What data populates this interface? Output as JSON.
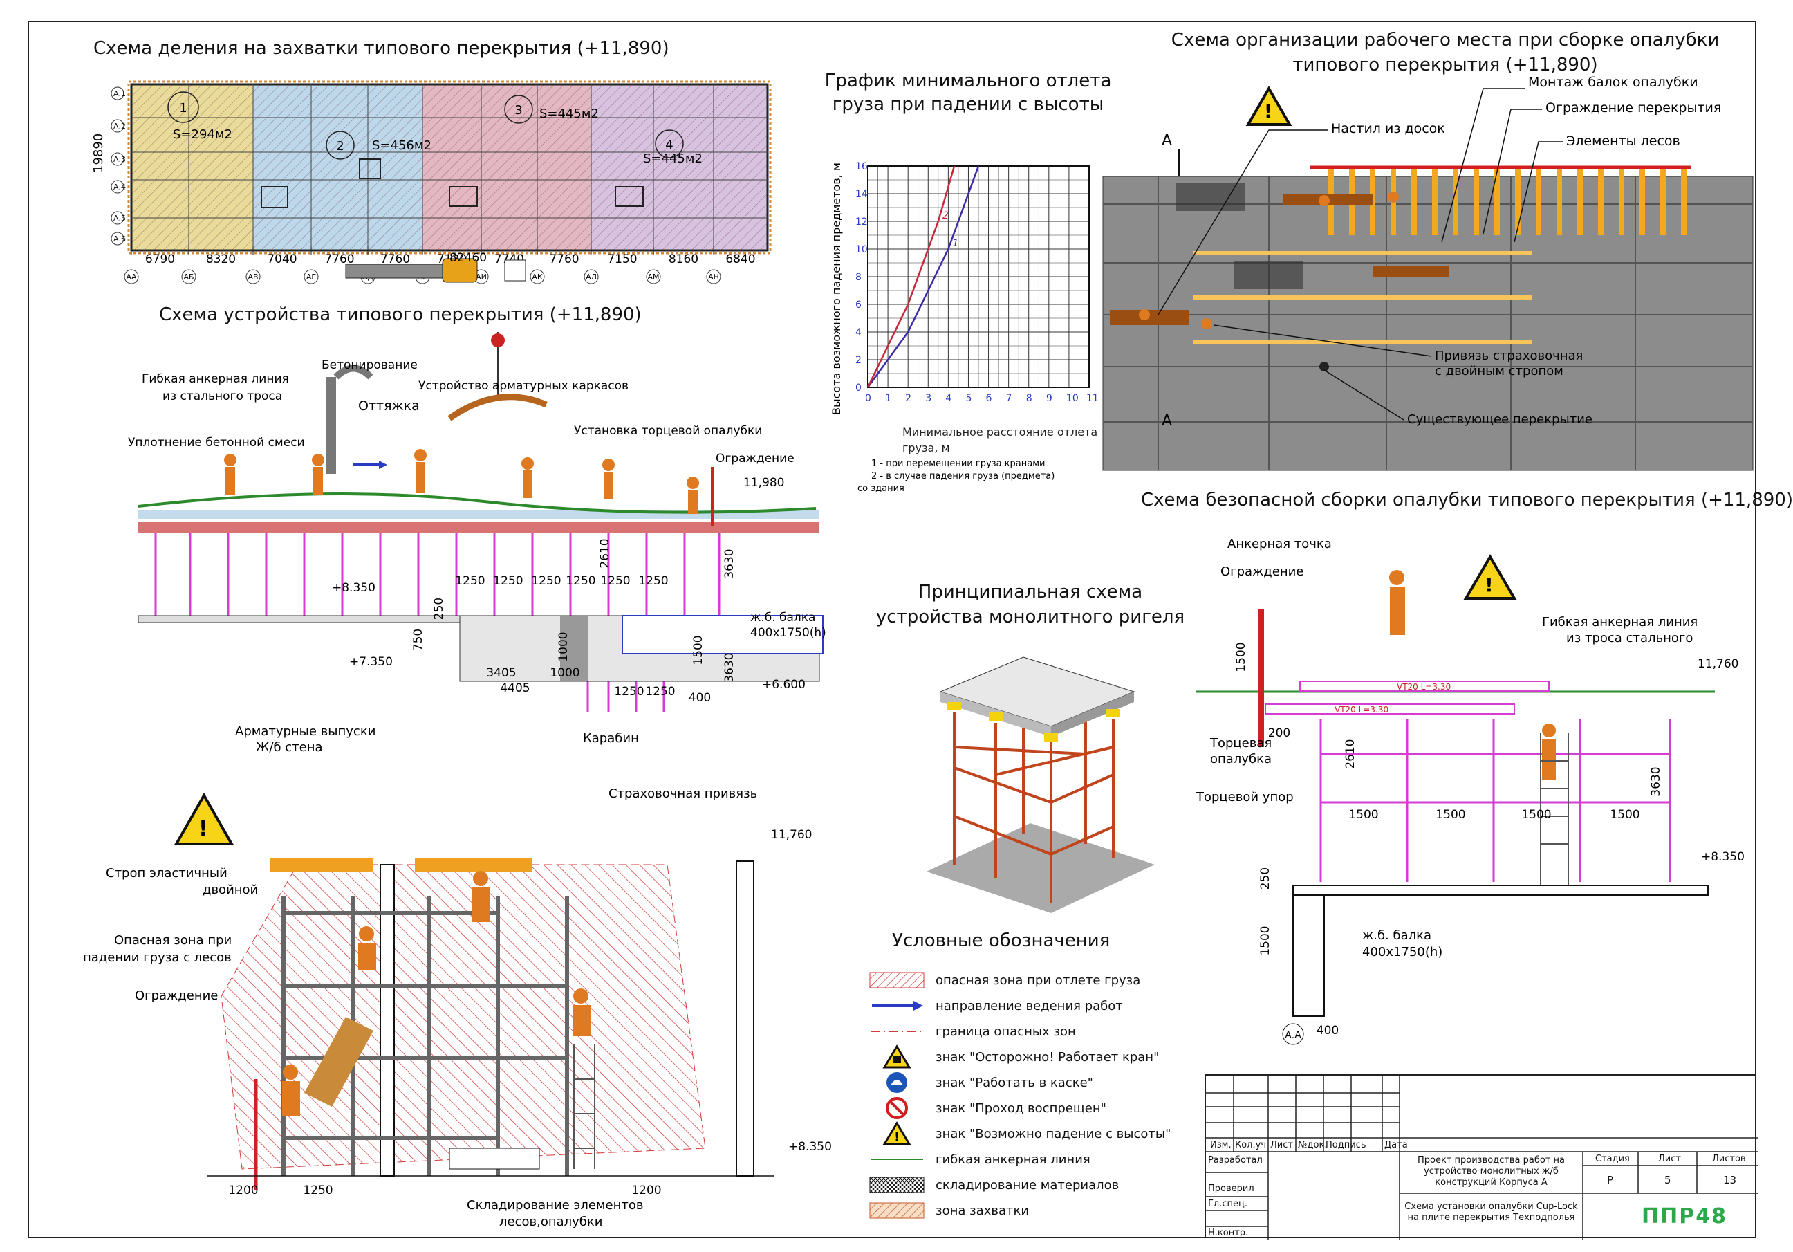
{
  "titles": {
    "plan": "Схема деления на захватки типового перекрытия (+11,890)",
    "floor": "Схема устройства типового перекрытия (+11,890)",
    "graph": "График минимального отлета груза при падении с высоты",
    "workplace": "Схема организации рабочего места при сборке опалубки типового перекрытия (+11,890)",
    "safe_assembly": "Схема безопасной сборки опалубки типового перекрытия (+11,890)",
    "beam": "Принципиальная схема устройства монолитного ригеля",
    "legend": "Условные обозначения"
  },
  "plan": {
    "zones": [
      {
        "num": "1",
        "area": "S=294м2",
        "color": "#e9dc9a"
      },
      {
        "num": "2",
        "area": "S=456м2",
        "color": "#bcd8ea"
      },
      {
        "num": "3",
        "area": "S=445м2",
        "color": "#e3b8c2"
      },
      {
        "num": "4",
        "area": "S=445м2",
        "color": "#d7c2e0"
      }
    ],
    "dims": [
      "6790",
      "8320",
      "7040",
      "7760",
      "7760",
      "7120",
      "7740",
      "7760",
      "7150",
      "8160",
      "6840"
    ],
    "axes_bottom": [
      "АА",
      "АБ",
      "АВ",
      "АГ",
      "АД",
      "АЕ",
      "АИ",
      "АК",
      "АЛ",
      "АМ",
      "АН"
    ],
    "axes_left": [
      "А.1",
      "А.2",
      "А.3",
      "А.4",
      "А.5",
      "А.6"
    ],
    "height_dim": "19890",
    "crane_dim": "82460"
  },
  "floor": {
    "labels": {
      "anchor_line": "Гибкая анкерная линия",
      "anchor_line2": "из стального троса",
      "concreting": "Бетонирование",
      "rebar": "Устройство арматурных каркасов",
      "guy": "Оттяжка",
      "compaction": "Уплотнение бетонной смеси",
      "end_formwork": "Установка торцевой опалубки",
      "fence": "Ограждение",
      "beam1": "ж.б. балка",
      "beam2": "400x1750(h)"
    },
    "marks": [
      "11,980",
      "+8.350",
      "+7.350",
      "+6.600"
    ],
    "dims": [
      "1250",
      "1250",
      "1250",
      "1250",
      "1250",
      "1250",
      "1250",
      "1250",
      "2610",
      "3630",
      "250",
      "750",
      "1000",
      "1500",
      "3630",
      "3405",
      "4405",
      "1000",
      "400"
    ]
  },
  "graph": {
    "ylabel": "Высота возможного падения предметов, м",
    "xlabel1": "Минимальное расстояние отлета",
    "xlabel2": "груза, м",
    "note1": "1 - при перемещении груза кранами",
    "note2": "2 - в случае падения груза (предмета)",
    "note3": "со здания",
    "xticks": [
      "0",
      "1",
      "2",
      "3",
      "4",
      "5",
      "6",
      "7",
      "8",
      "9",
      "10",
      "11"
    ],
    "yticks": [
      "0",
      "2",
      "4",
      "6",
      "8",
      "10",
      "12",
      "14",
      "16"
    ],
    "curve1": "1",
    "curve2": "2"
  },
  "chart_data": {
    "type": "line",
    "xlabel": "Минимальное расстояние отлета груза, м",
    "ylabel": "Высота возможного падения предметов, м",
    "xlim": [
      0,
      11
    ],
    "ylim": [
      0,
      16
    ],
    "grid": true,
    "series": [
      {
        "name": "1",
        "x": [
          0,
          2,
          4,
          5.5
        ],
        "y": [
          0,
          4,
          10,
          16
        ]
      },
      {
        "name": "2",
        "x": [
          0,
          2,
          3.5,
          4.3
        ],
        "y": [
          0,
          6,
          12,
          16
        ]
      }
    ]
  },
  "workplace": {
    "labels": {
      "deck": "Настил из досок",
      "beams": "Монтаж балок опалубки",
      "fence": "Ограждение перекрытия",
      "scaffold": "Элементы лесов",
      "harness1": "Привязь страховочная",
      "harness2": "с двойным стропом",
      "existing": "Существующее перекрытие"
    },
    "section": "А"
  },
  "safe": {
    "labels": {
      "anchor": "Анкерная точка",
      "fence": "Ограждение",
      "line1": "Гибкая анкерная линия",
      "line2": "из троса стального",
      "end1": "Торцевая",
      "end2": "опалубка",
      "stop": "Торцевой упор",
      "beam1": "ж.б. балка",
      "beam2": "400x1750(h)",
      "vt1": "VT20 L=3.30",
      "vt2": "VT20 L=3.30"
    },
    "marks": [
      "11,760",
      "+8.350"
    ],
    "dims": [
      "1500",
      "1500",
      "1500",
      "1500",
      "2610",
      "3630",
      "1500",
      "200",
      "250",
      "1500",
      "400"
    ],
    "axis": "А.А"
  },
  "scaffold": {
    "labels": {
      "rebar_out": "Арматурные выпуски",
      "wall": "Ж/б стена",
      "carabiner": "Карабин",
      "harness": "Страховочная привязь",
      "sling1": "Строп эластичный",
      "sling2": "двойной",
      "danger1": "Опасная зона при",
      "danger2": "падении груза с лесов",
      "fence": "Ограждение",
      "storage1": "Складирование элементов",
      "storage2": "лесов,опалубки"
    },
    "marks": [
      "11,760",
      "+8.350"
    ],
    "dims": [
      "1200",
      "1250",
      "1200"
    ]
  },
  "legend": [
    {
      "sym": "hatch-red",
      "text": "опасная зона при отлете груза"
    },
    {
      "sym": "arrow-blue",
      "text": "направление ведения работ"
    },
    {
      "sym": "dash-red",
      "text": "граница опасных зон"
    },
    {
      "sym": "sign-crane",
      "text": "знак \"Осторожно! Работает кран\""
    },
    {
      "sym": "sign-helmet",
      "text": "знак \"Работать в каске\""
    },
    {
      "sym": "sign-noentry",
      "text": "знак \"Проход воспрещен\""
    },
    {
      "sym": "sign-fall",
      "text": "знак \"Возможно падение с высоты\""
    },
    {
      "sym": "line-green",
      "text": "гибкая анкерная линия"
    },
    {
      "sym": "cross-hatch",
      "text": "складирование материалов"
    },
    {
      "sym": "hatch-orange",
      "text": "зона захватки"
    }
  ],
  "stamp": {
    "cols": [
      "Изм.",
      "Кол.уч",
      "Лист",
      "№док.",
      "Подпись",
      "Дата"
    ],
    "rows": [
      "Разработал",
      "Проверил",
      "Гл.спец.",
      "Н.контр."
    ],
    "project": "Проект производства работ на устройство монолитных ж/б конструкций Корпуса А",
    "sheet_title": "Схема установки опалубки Cup-Lock на плите перекрытия Техподполья",
    "stage_h": "Стадия",
    "sheet_h": "Лист",
    "sheets_h": "Листов",
    "stage": "Р",
    "sheet": "5",
    "sheets": "13",
    "logo": "ППР48"
  }
}
